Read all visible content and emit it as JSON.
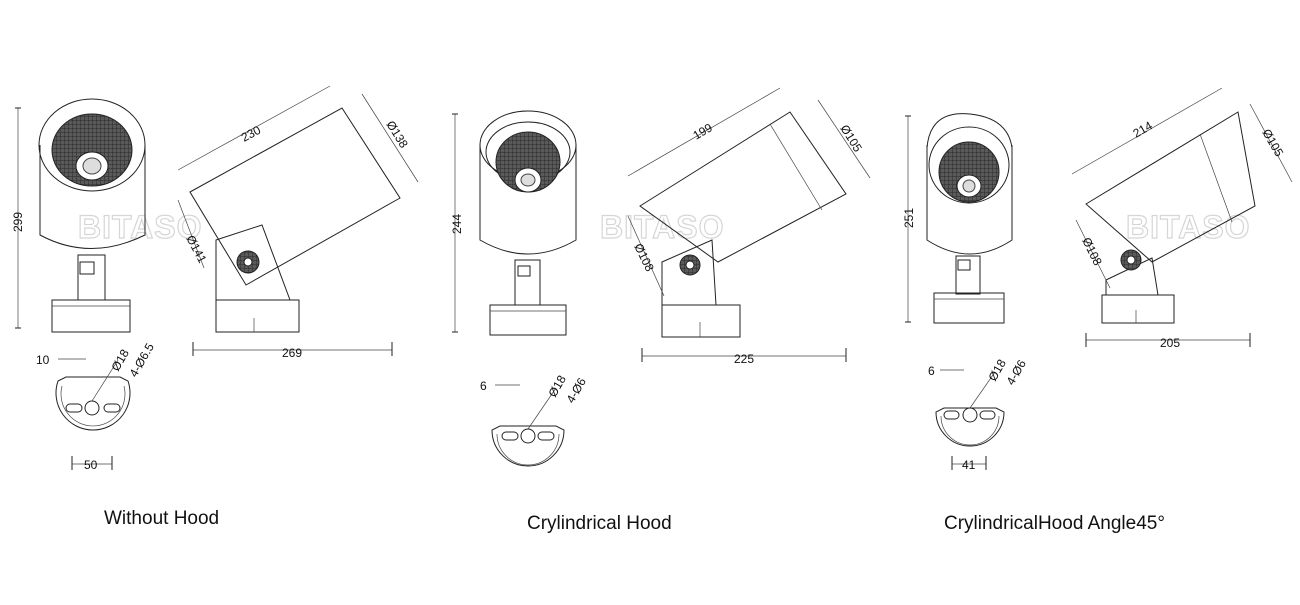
{
  "watermark": "BITASO",
  "variants": [
    {
      "caption": "Without Hood",
      "height": "299",
      "length": "230",
      "head_diameter": "Ø138",
      "base_diameter": "Ø141",
      "width": "269",
      "base": {
        "spacing": "10",
        "center_hole": "Ø18",
        "mount_holes": "4-Ø6.5",
        "hole_pitch": "50"
      }
    },
    {
      "caption": "Crylindrical Hood",
      "height": "244",
      "length": "199",
      "head_diameter": "Ø105",
      "base_diameter": "Ø108",
      "width": "225",
      "base": {
        "spacing": "6",
        "center_hole": "Ø18",
        "mount_holes": "4-Ø6",
        "hole_pitch": ""
      }
    },
    {
      "caption": "CrylindricalHood Angle45°",
      "height": "251",
      "length": "214",
      "head_diameter": "Ø105",
      "base_diameter": "Ø108",
      "width": "205",
      "base": {
        "spacing": "6",
        "center_hole": "Ø18",
        "mount_holes": "4-Ø6",
        "hole_pitch": "41"
      }
    }
  ]
}
